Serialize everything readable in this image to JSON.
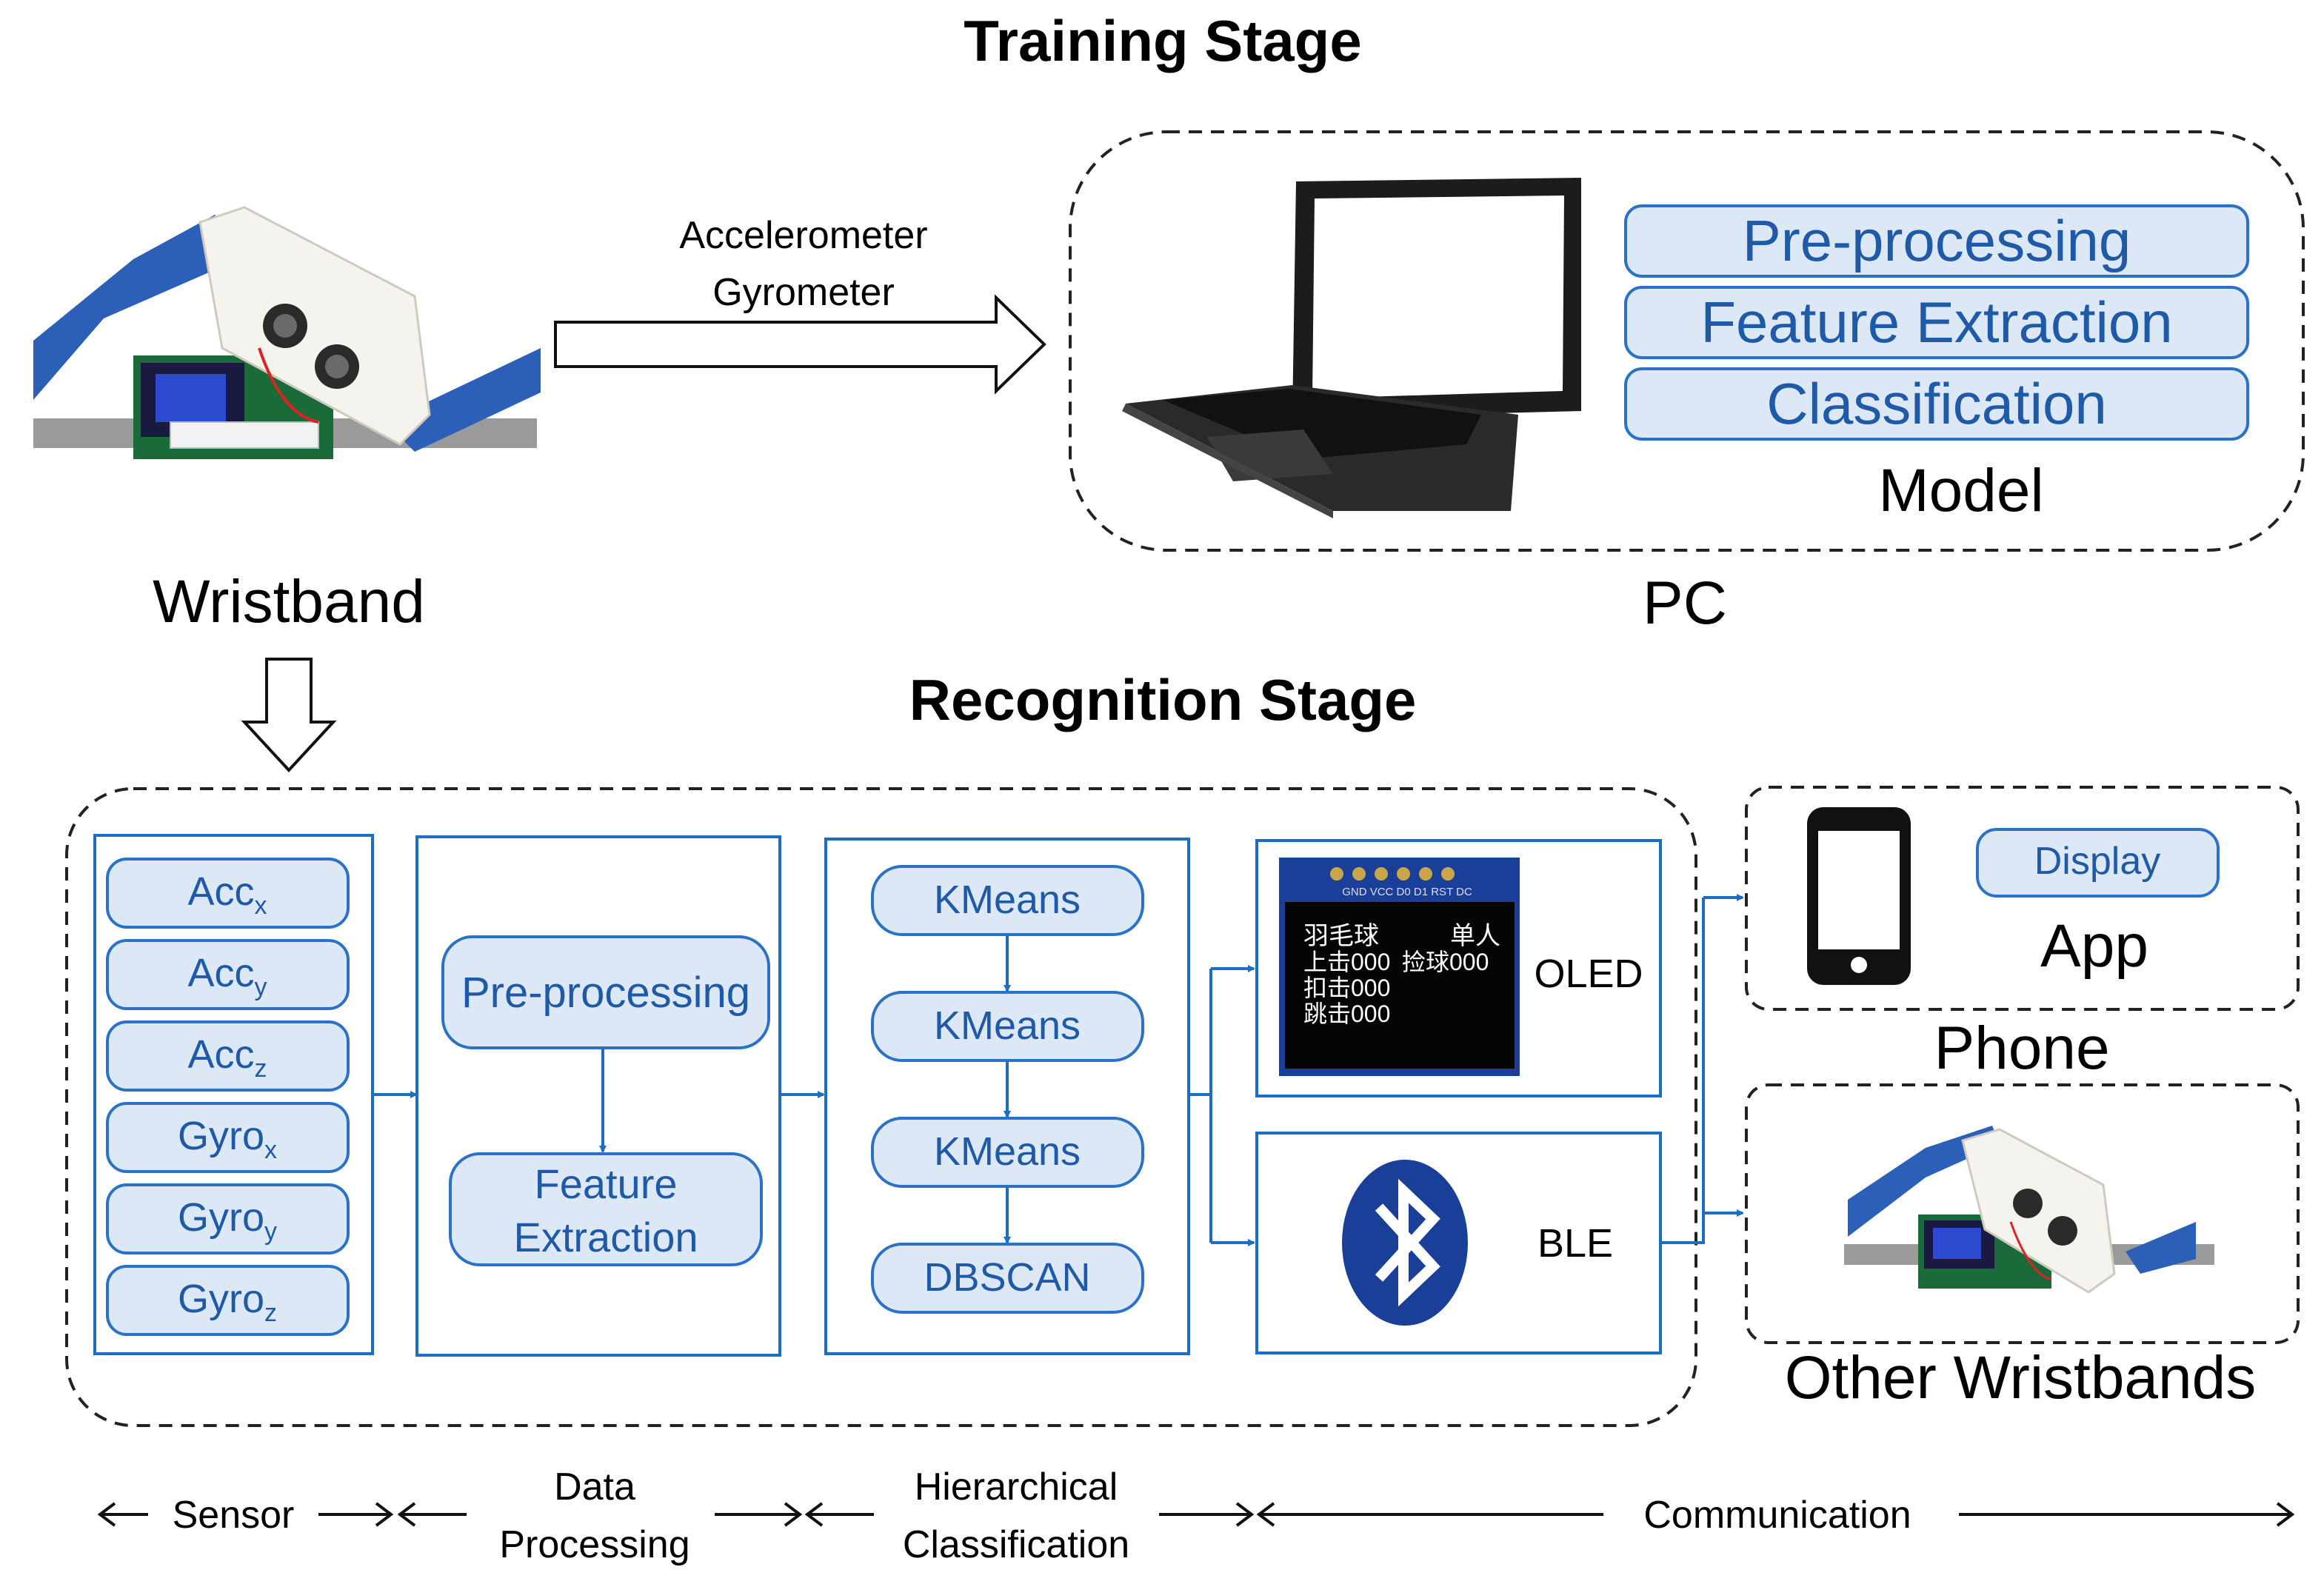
{
  "titles": {
    "training": "Training Stage",
    "recognition": "Recognition Stage"
  },
  "training": {
    "wristband_label": "Wristband",
    "arrow_line1": "Accelerometer",
    "arrow_line2": "Gyrometer",
    "pc_label": "PC",
    "model_label": "Model",
    "model_steps": [
      "Pre-processing",
      "Feature Extraction",
      "Classification"
    ]
  },
  "sensor": {
    "items": [
      {
        "base": "Acc",
        "sub": "x"
      },
      {
        "base": "Acc",
        "sub": "y"
      },
      {
        "base": "Acc",
        "sub": "z"
      },
      {
        "base": "Gyro",
        "sub": "x"
      },
      {
        "base": "Gyro",
        "sub": "y"
      },
      {
        "base": "Gyro",
        "sub": "z"
      }
    ]
  },
  "processing": {
    "preprocessing": "Pre-processing",
    "feature_line1": "Feature",
    "feature_line2": "Extraction"
  },
  "classification": {
    "steps": [
      "KMeans",
      "KMeans",
      "KMeans",
      "DBSCAN"
    ]
  },
  "communication": {
    "oled_label": "OLED",
    "ble_label": "BLE",
    "oled_screen": {
      "pins": "GND VCC D0 D1 RST DC",
      "line1_left": "羽毛球",
      "line1_right": "单人",
      "line2_left": "上击000",
      "line2_right": "捡球000",
      "line3": "扣击000",
      "line4": "跳击000"
    }
  },
  "phone": {
    "display_label": "Display",
    "app_label": "App",
    "phone_label": "Phone"
  },
  "other_wristbands_label": "Other Wristbands",
  "bottom_axis": {
    "sensor": "Sensor",
    "data_line1": "Data",
    "data_line2": "Processing",
    "hier_line1": "Hierarchical",
    "hier_line2": "Classification",
    "communication": "Communication"
  },
  "colors": {
    "accent_blue": "#1c6ec4",
    "pill_fill": "#dde8f6",
    "pill_text": "#1f5aa8",
    "bluetooth_blue": "#1a3f99"
  }
}
